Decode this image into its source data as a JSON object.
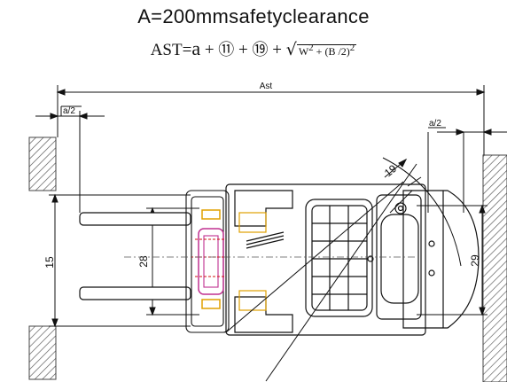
{
  "title": "A=200mmsafetyclearance",
  "formula": {
    "lhs": "AST=",
    "a": "a",
    "plus": "+",
    "c11": "⑪",
    "c19": "⑲",
    "w": "W",
    "exp2": "2",
    "b2": "(B /2)",
    "exp2b": "2"
  },
  "dims": {
    "ast": "Ast",
    "a2_left": "a/2",
    "a2_right": "a/2",
    "d19": "19",
    "d15": "15",
    "d28": "28",
    "d29": "29"
  }
}
